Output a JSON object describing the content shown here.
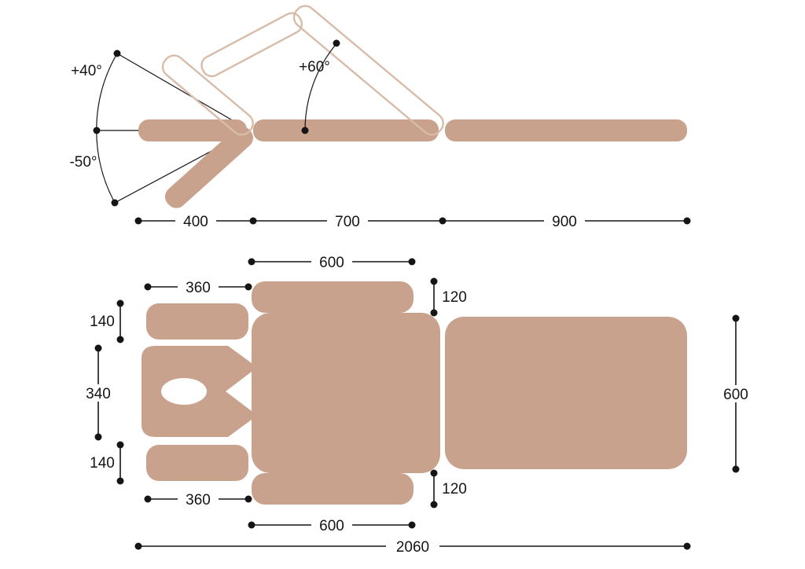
{
  "colors": {
    "pad": "#c9a28d",
    "ghost": "#d8bca9",
    "ink": "#151515",
    "bg": "#ffffff"
  },
  "side": {
    "angle_up": "+40°",
    "angle_down": "-50°",
    "backrest_angle": "+60°",
    "dim_head": "400",
    "dim_back": "700",
    "dim_leg": "900"
  },
  "top": {
    "len_armrest_top": "600",
    "width_head_top": "360",
    "thick_armrest_top": "120",
    "h_cushion_top": "140",
    "h_face": "340",
    "h_cushion_bottom": "140",
    "width_head_bottom": "360",
    "thick_armrest_bottom": "120",
    "len_armrest_bottom": "600",
    "width_table": "600",
    "total_length": "2060"
  }
}
